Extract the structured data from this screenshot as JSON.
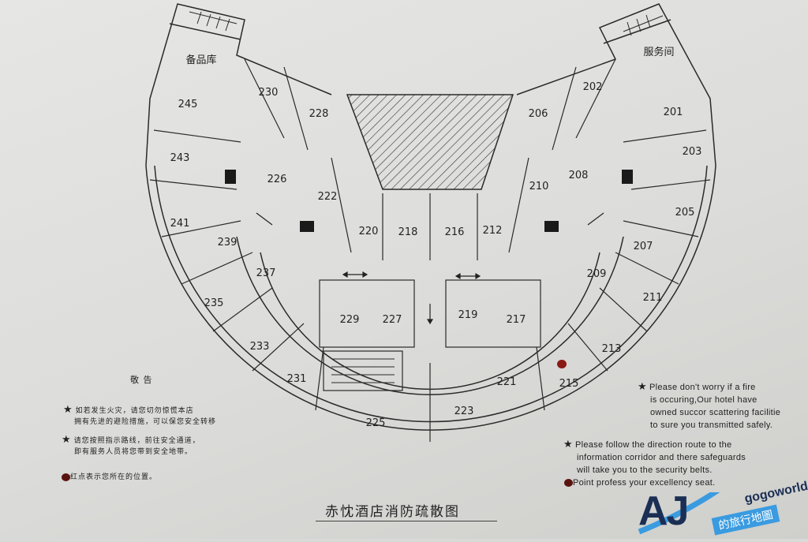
{
  "plan": {
    "title": "赤忱酒店消防疏散图",
    "storage_label": "备品库",
    "service_label": "服务间",
    "rooms": [
      "245",
      "230",
      "228",
      "243",
      "226",
      "222",
      "241",
      "239",
      "220",
      "218",
      "216",
      "212",
      "237",
      "235",
      "229",
      "227",
      "219",
      "217",
      "233",
      "231",
      "225",
      "223",
      "221",
      "215",
      "213",
      "211",
      "209",
      "207",
      "205",
      "210",
      "208",
      "203",
      "206",
      "202",
      "201"
    ],
    "current_location_color": "#9a1c14"
  },
  "notice_cn": {
    "heading": "敬 告",
    "item1_line1": "如若发生火灾，请您切勿惊慌本店",
    "item1_line2": "拥有先进的避险措施，可以保您安全转移",
    "item2_line1": "请您按照指示路线，前往安全通道，",
    "item2_line2": "即有服务人员将您带到安全地带。",
    "item3": "红点表示您所在的位置。"
  },
  "notice_en": {
    "item1_line1": "Please don't worry if a fire",
    "item1_line2": "is occuring,Our hotel have",
    "item1_line3": "owned succor scattering facilitie",
    "item1_line4": "to sure you transmitted safely.",
    "item2_line1": "Please follow the direction route to the",
    "item2_line2": "information corridor and there safeguards",
    "item2_line3": "will take you to the security belts.",
    "item3": "Point profess your excellency seat."
  },
  "watermark": {
    "logo": "AJ",
    "site": "gogoworld",
    "tagline": "的旅行地圖",
    "navy": "#1b2f55",
    "blue": "#3a9be0"
  }
}
